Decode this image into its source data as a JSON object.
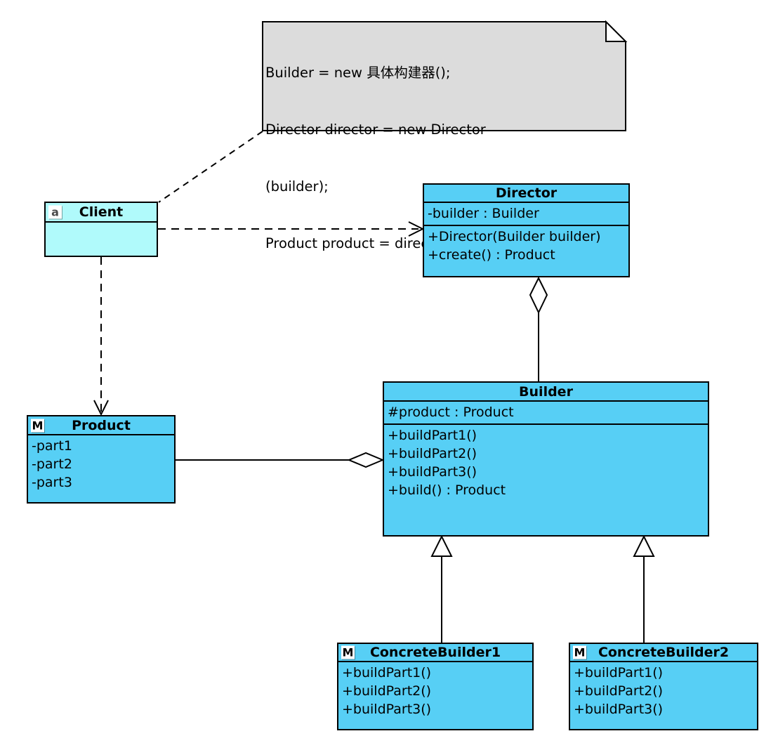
{
  "diagram": {
    "kind": "uml-class-diagram",
    "pattern": "Builder"
  },
  "note": {
    "lines": [
      "Builder = new 具体构建器();",
      "Director director = new Director",
      "(builder);",
      "Product product = director.create();"
    ]
  },
  "classes": {
    "client": {
      "badge": "a",
      "title": "Client"
    },
    "director": {
      "title": "Director",
      "attributes": [
        "-builder : Builder"
      ],
      "methods": [
        "+Director(Builder builder)",
        "+create() : Product"
      ]
    },
    "builder": {
      "title": "Builder",
      "attributes": [
        "#product : Product"
      ],
      "methods": [
        "+buildPart1()",
        "+buildPart2()",
        "+buildPart3()",
        "+build() : Product"
      ]
    },
    "product": {
      "badge": "M",
      "title": "Product",
      "attributes": [
        "-part1",
        "-part2",
        "-part3"
      ]
    },
    "concreteBuilder1": {
      "badge": "M",
      "title": "ConcreteBuilder1",
      "methods": [
        "+buildPart1()",
        "+buildPart2()",
        "+buildPart3()"
      ]
    },
    "concreteBuilder2": {
      "badge": "M",
      "title": "ConcreteBuilder2",
      "methods": [
        "+buildPart1()",
        "+buildPart2()",
        "+buildPart3()"
      ]
    }
  },
  "relationships": [
    {
      "type": "note-anchor",
      "from": "note",
      "to": "Client",
      "line": "dashed"
    },
    {
      "type": "dependency",
      "from": "Client",
      "to": "Director",
      "line": "dashed",
      "arrow": "open"
    },
    {
      "type": "dependency",
      "from": "Client",
      "to": "Product",
      "line": "dashed",
      "arrow": "open"
    },
    {
      "type": "aggregation",
      "whole": "Director",
      "part": "Builder",
      "diamond_at": "Director",
      "diamond": "hollow"
    },
    {
      "type": "aggregation",
      "whole": "Builder",
      "part": "Product",
      "diamond_at": "Builder",
      "diamond": "hollow"
    },
    {
      "type": "generalization",
      "from": "ConcreteBuilder1",
      "to": "Builder",
      "arrow": "hollow-triangle"
    },
    {
      "type": "generalization",
      "from": "ConcreteBuilder2",
      "to": "Builder",
      "arrow": "hollow-triangle"
    }
  ],
  "colors": {
    "class_fill": "#57CFF5",
    "client_fill": "#B0FAFB",
    "note_fill": "#DCDCDC",
    "line": "#000000",
    "background": "#FFFFFF"
  }
}
